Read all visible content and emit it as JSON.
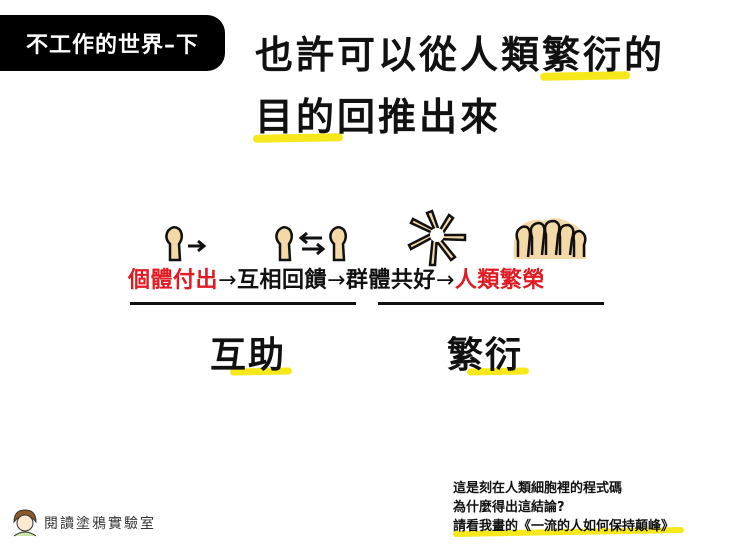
{
  "header": {
    "tag_label": "不工作的世界–下",
    "title_line1_pre": "也許可以從人類",
    "title_line1_hl": "繁衍",
    "title_line1_post": "的",
    "title_line2_hl": "目的",
    "title_line2_post": "回推出來"
  },
  "flow": {
    "steps": [
      {
        "label": "個體付出",
        "color": "#e01b24",
        "icon": "single-person-arrow-icon"
      },
      {
        "label": "互相回饋",
        "color": "#111111",
        "icon": "two-people-exchange-icon"
      },
      {
        "label": "群體共好",
        "color": "#111111",
        "icon": "network-of-people-icon"
      },
      {
        "label": "人類繁榮",
        "color": "#e01b24",
        "icon": "crowd-of-people-icon"
      }
    ],
    "arrow": "→"
  },
  "groups": {
    "left_label": "互助",
    "right_label": "繁衍"
  },
  "footer": {
    "line1": "這是刻在人類細胞裡的程式碼",
    "line2": "為什麼得出這結論?",
    "line3": "請看我畫的《一流的人如何保持顛峰》"
  },
  "brand": {
    "name": "閱讀塗鴉實驗室",
    "icon": "reader-avatar-icon"
  },
  "colors": {
    "highlight": "#f7e81c",
    "accent_red": "#e01b24",
    "figure_fill": "#f3d9a8"
  }
}
